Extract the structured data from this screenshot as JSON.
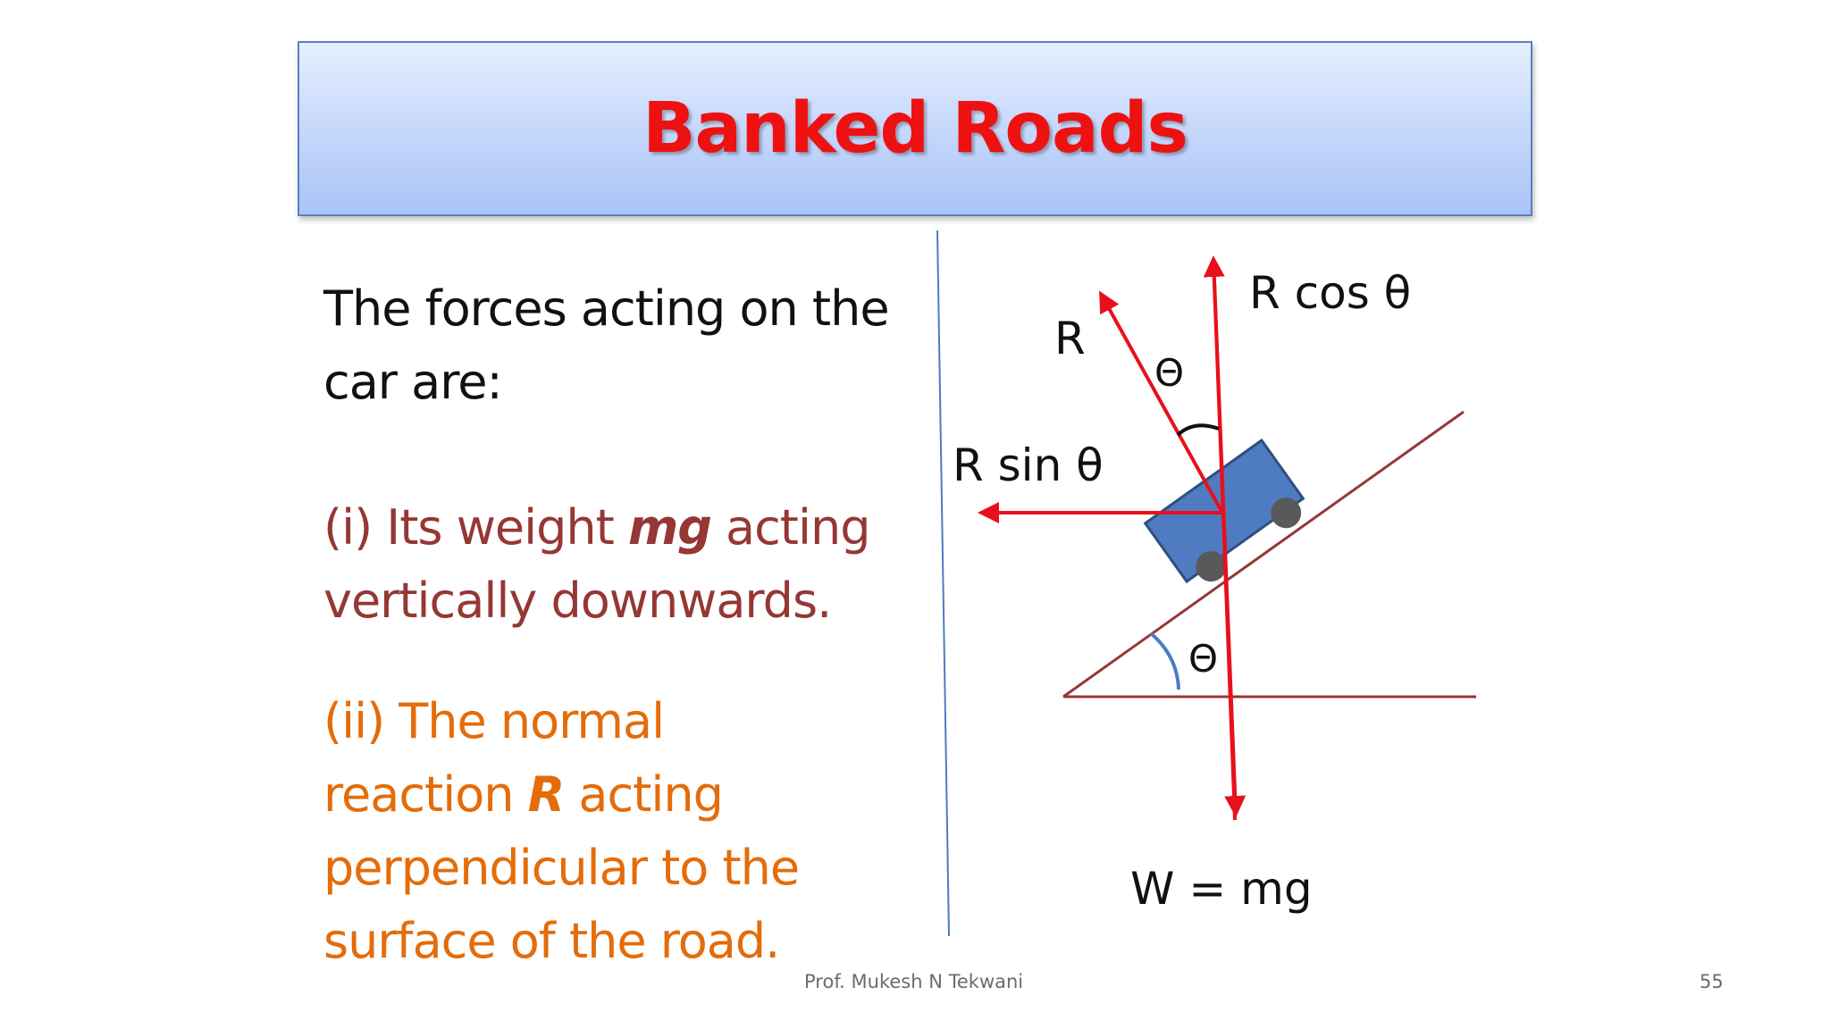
{
  "slide": {
    "title": "Banked Roads",
    "intro": [
      "The forces acting on the",
      "car are:"
    ],
    "item1": {
      "line1_before": "(i) Its weight ",
      "line1_emph": "mg",
      "line1_after": " acting",
      "line2": "vertically downwards."
    },
    "item2": {
      "line1": "(ii) The normal",
      "line2_before": "reaction ",
      "line2_emph": "R",
      "line2_after": " acting",
      "line3": "perpendicular to the",
      "line4": "surface of the road."
    },
    "footer": {
      "author": "Prof. Mukesh N Tekwani",
      "page": "55"
    }
  },
  "diagram": {
    "labels": {
      "r": "R",
      "r_cos": "R cos θ",
      "r_sin": "R sin θ",
      "theta_top": "Θ",
      "theta_bottom": "Θ",
      "weight": "W = mg"
    },
    "colors": {
      "force_arrow": "#e8101c",
      "road": "#953735",
      "car_body": "#4f7cc0",
      "car_outline": "#2e4f7f",
      "wheel": "#595959",
      "angle_arc_bottom": "#4f7cc0",
      "angle_arc_top": "#111111",
      "divider": "#4f7cc0"
    }
  }
}
